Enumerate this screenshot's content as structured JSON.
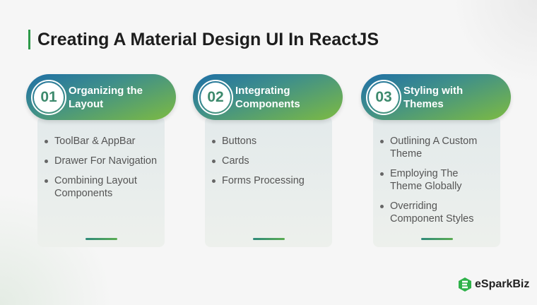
{
  "title": "Creating A Material Design UI In ReactJS",
  "sections": [
    {
      "number": "01",
      "title": "Organizing the Layout",
      "items": [
        "ToolBar & AppBar",
        "Drawer For Navigation",
        "Combining Layout Components"
      ]
    },
    {
      "number": "02",
      "title": "Integrating Components",
      "items": [
        "Buttons",
        "Cards",
        "Forms Processing"
      ]
    },
    {
      "number": "03",
      "title": "Styling with Themes",
      "items": [
        "Outlining A Custom Theme",
        "Employing The Theme Globally",
        "Overriding Component Styles"
      ]
    }
  ],
  "brand": "eSparkBiz",
  "colors": {
    "gradient_start": "#1f6fa6",
    "gradient_end": "#7dbb41",
    "accent": "#2e9a4a"
  }
}
